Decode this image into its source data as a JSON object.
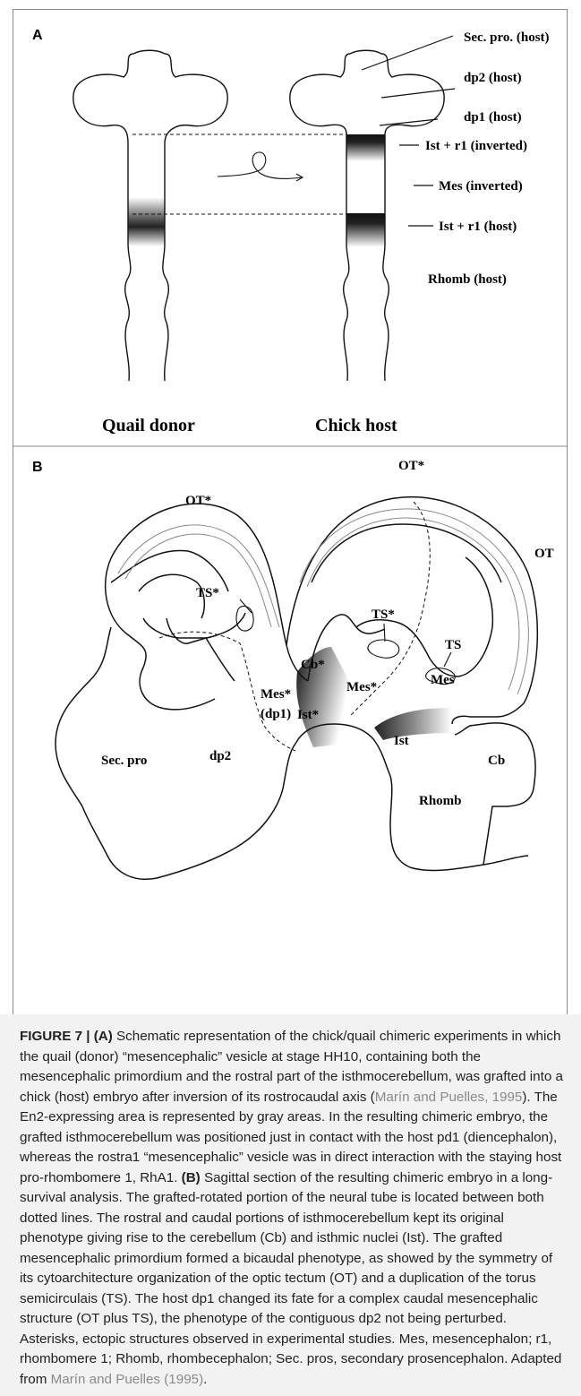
{
  "panel_a": {
    "letter": "A",
    "labels": {
      "sec_pro_host": "Sec. pro. (host)",
      "dp2_host": "dp2 (host)",
      "dp1_host": "dp1 (host)",
      "ist_r1_inverted": "Ist + r1 (inverted)",
      "mes_inverted": "Mes (inverted)",
      "ist_r1_host": "Ist + r1 (host)",
      "rhomb_host": "Rhomb (host)"
    },
    "quail_donor": "Quail donor",
    "chick_host": "Chick host"
  },
  "panel_b": {
    "letter": "B",
    "labels": {
      "ot_star_left": "OT*",
      "ot_star_right": "OT*",
      "ot": "OT",
      "ts_star_left": "TS*",
      "ts_star_right": "TS*",
      "ts": "TS",
      "cb_star": "Cb*",
      "mes_star": "Mes*",
      "ist_star": "Ist*",
      "mes": "Mes",
      "mes_star_dp1_line1": "Mes*",
      "mes_star_dp1_line2": "(dp1)",
      "ist": "Ist",
      "cb": "Cb",
      "dp2": "dp2",
      "sec_pro": "Sec. pro",
      "rhomb": "Rhomb"
    }
  },
  "caption": {
    "fig_label": "FIGURE 7 | ",
    "a_tag": "(A)",
    "a_text_1": " Schematic representation of the chick/quail chimeric experiments in which the quail (donor) “mesencephalic” vesicle at stage HH10, containing both the mesencephalic primordium and the rostral part of the isthmocerebellum, was grafted into a chick (host) embryo after inversion of its rostrocaudal axis (",
    "a_cite": "Marín and Puelles, 1995",
    "a_text_2": "). The En2-expressing area is represented by gray areas. In the resulting chimeric embryo, the grafted isthmocerebellum was positioned just in contact with the host pd1 (diencephalon), whereas the rostra1 “mesencephalic” vesicle was in direct interaction with the staying host pro-rhombomere 1, RhA1. ",
    "b_tag": "(B)",
    "b_text_1": " Sagittal section of the resulting chimeric embryo in a long-survival analysis. The grafted-rotated portion of the neural tube is located between both dotted lines. The rostral and caudal portions of isthmocerebellum kept its original phenotype giving rise to the cerebellum (Cb) and isthmic nuclei (Ist). The grafted mesencephalic primordium formed a bicaudal phenotype, as showed by the symmetry of its cytoarchitecture organization of the optic tectum (OT) and a duplication of the torus semicirculais (TS). The host dp1 changed its fate for a complex caudal mesencephalic structure (OT plus TS), the phenotype of the contiguous dp2 not being perturbed. Asterisks, ectopic structures observed in experimental studies. Mes, mesencephalon; r1, rhombomere 1; Rhomb, rhombecephalon; Sec. pros, secondary prosencephalon. Adapted from ",
    "b_cite": "Marín and Puelles (1995)",
    "b_text_2": "."
  }
}
